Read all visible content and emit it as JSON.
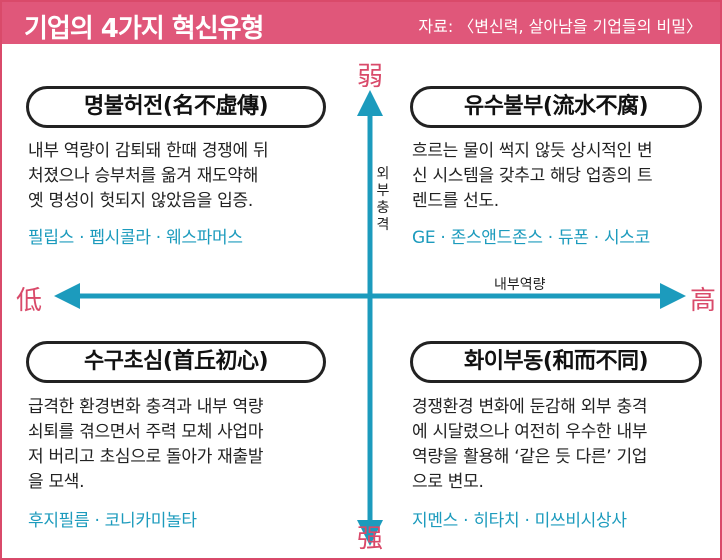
{
  "header": {
    "title": "기업의 4가지 혁신유형",
    "source": "자료: 〈변신력, 살아남을 기업들의 비밀〉"
  },
  "axes": {
    "top_label": "弱",
    "bottom_label": "强",
    "left_label": "低",
    "right_label": "高",
    "vertical_axis_name": "외부충격",
    "horizontal_axis_name": "내부역량"
  },
  "colors": {
    "header_bg": "#e0577a",
    "axis": "#1c9bbd",
    "examples": "#1c9bbd",
    "extreme_labels": "#d94a6a"
  },
  "quadrants": {
    "top_left": {
      "title": "명불허전(名不虛傳)",
      "description": [
        "내부 역량이 감퇴돼 한때 경쟁에 뒤",
        "처졌으나 승부처를 옮겨 재도약해",
        "옛 명성이 헛되지 않았음을 입증."
      ],
      "examples": "필립스 · 펩시콜라 · 웨스파머스"
    },
    "top_right": {
      "title": "유수불부(流水不腐)",
      "description": [
        "흐르는 물이 썩지 않듯 상시적인 변",
        "신 시스템을 갖추고 해당 업종의 트",
        "렌드를 선도."
      ],
      "examples": "GE · 존스앤드존스 · 듀폰 · 시스코"
    },
    "bottom_left": {
      "title": "수구초심(首丘初心)",
      "description": [
        "급격한 환경변화 충격과 내부 역량",
        "쇠퇴를 겪으면서 주력 모체 사업마",
        "저 버리고 초심으로 돌아가 재출발",
        "을 모색."
      ],
      "examples": "후지필름 · 코니카미놀타"
    },
    "bottom_right": {
      "title": "화이부동(和而不同)",
      "description": [
        "경쟁환경 변화에 둔감해 외부 충격",
        "에 시달렸으나 여전히 우수한 내부",
        "역량을 활용해 ‘같은 듯 다른’ 기업",
        "으로 변모."
      ],
      "examples": "지멘스 · 히타치 · 미쓰비시상사"
    }
  }
}
